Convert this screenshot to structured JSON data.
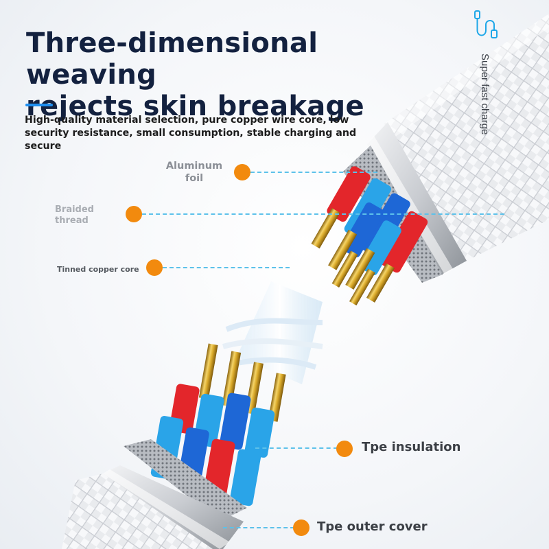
{
  "headline": {
    "line1": "Three-dimensional weaving",
    "line2": "rejects skin breakage"
  },
  "description": "High-quality material selection, pure copper wire core, low security resistance, small consumption, stable charging and secure",
  "side_tag": "Super fast charge",
  "icons": [
    "cable-icon"
  ],
  "callouts": {
    "aluminum_foil": "Aluminum foil",
    "braided_thread": "Braided thread",
    "tinned_copper_core": "Tinned copper core",
    "tpe_insulation": "Tpe insulation",
    "tpe_outer_cover": "Tpe outer cover"
  },
  "colors": {
    "title": "#13213f",
    "accent": "#1e8ff0",
    "callout_dot": "#f28a0e",
    "callout_line": "#5cc1ea",
    "wire_red": "#e3262b",
    "wire_blue": "#1e67d6",
    "wire_light_blue": "#2aa4e8",
    "gold": "#d9a92a"
  }
}
